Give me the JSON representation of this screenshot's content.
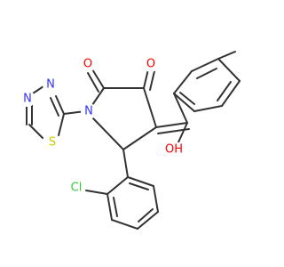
{
  "molecule": {
    "atom_labels": {
      "oxygen": "O",
      "nitrogen": "N",
      "sulfur": "S",
      "chlorine": "Cl",
      "hydroxyl": "OH"
    },
    "colors": {
      "bond": "#333333",
      "oxygen": "#ff0000",
      "nitrogen": "#3333ff",
      "sulfur": "#cccc00",
      "chlorine": "#33cc33"
    }
  }
}
